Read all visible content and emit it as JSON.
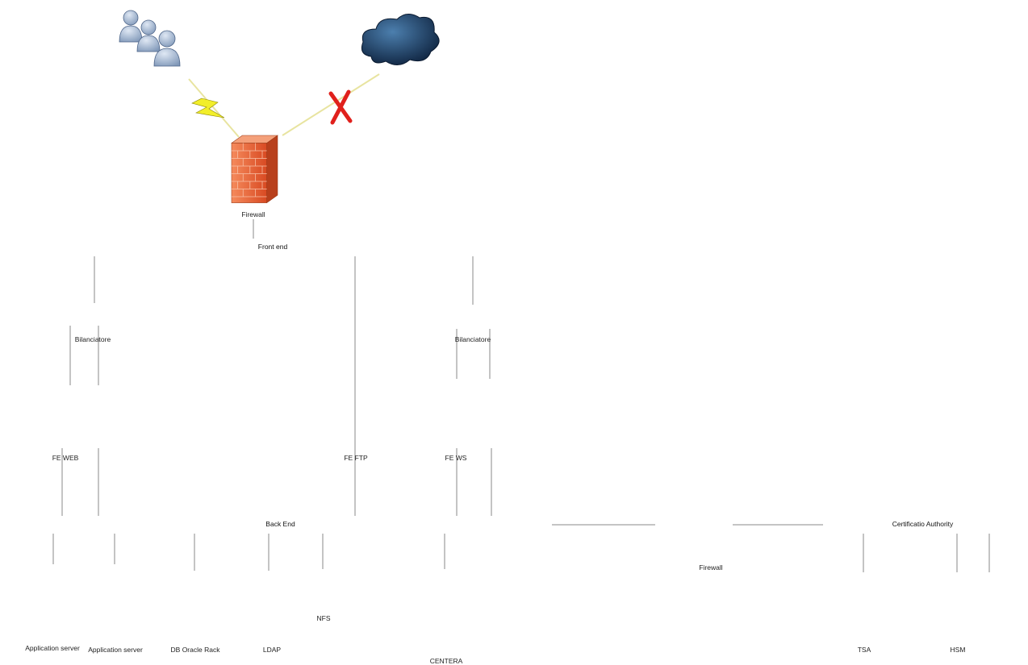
{
  "buses": {
    "front_end": "Front end",
    "back_end": "Back End",
    "ca": "Certificatio Authority"
  },
  "labels": {
    "firewall_top": "Firewall",
    "firewall_mid": "Firewall",
    "lb_left": "Bilanciatore",
    "lb_right": "Bilanciatore",
    "fe_web": "FE WEB",
    "fe_ftp": "FE FTP",
    "fe_ws": "FE WS",
    "app_server_1": "Application server",
    "app_server_2": "Application server",
    "db_oracle": "DB Oracle Rack",
    "ldap": "LDAP",
    "nfs": "NFS",
    "centera": "CENTERA",
    "tsa": "TSA",
    "hsm": "HSM"
  },
  "icons": {
    "users": "users-icon",
    "cloud": "internet-cloud-icon",
    "blocked": "red-x-icon",
    "lightning": "lightning-icon"
  },
  "colors": {
    "bus_fill": "#9ab6d2",
    "bus_stroke": "#3b5f86",
    "firewall": "#e8643c",
    "server": "#e6dcc4",
    "nfs": "#58b84a",
    "red_x": "#e0201c",
    "lightning": "#f2ee2a"
  }
}
